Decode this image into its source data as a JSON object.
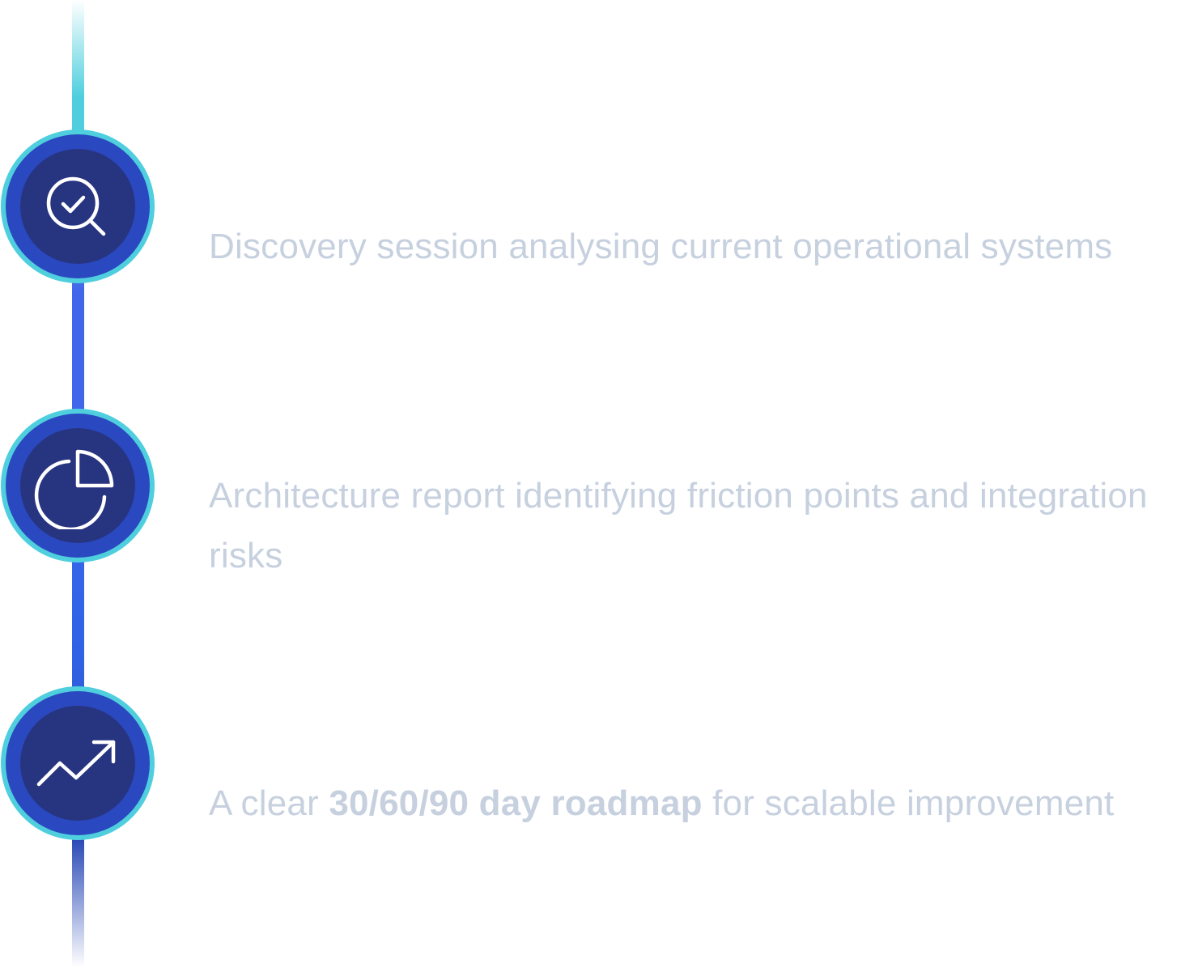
{
  "steps": [
    {
      "icon": "search-check-icon",
      "title": "",
      "description": "Discovery session analysing current operational systems"
    },
    {
      "icon": "pie-chart-icon",
      "title": "",
      "description": "Architecture report identifying friction points and integration risks"
    },
    {
      "icon": "trend-up-icon",
      "title": "",
      "description_pre": "A clear ",
      "description_bold": "30/60/90 day roadmap",
      "description_post": " for scalable improvement"
    }
  ],
  "colors": {
    "accent_cyan": "#4fcfde",
    "ring_blue": "#2a48c0",
    "core_navy": "#273480",
    "line_blue": "#4166ea",
    "text_muted": "#c6d0de"
  }
}
